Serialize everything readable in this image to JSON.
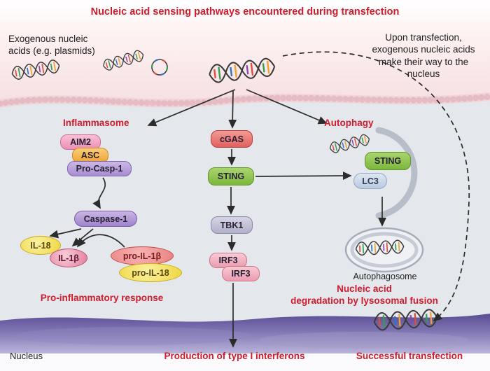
{
  "title": "Nucleic acid sensing pathways encountered during transfection",
  "labels": {
    "exogenous": "Exogenous nucleic\nacids (e.g. plasmids)",
    "upon": "Upon transfection,\nexogenous nucleic acids\nmake their way to the\nnucleus",
    "inflammasome": "Inflammasome",
    "autophagy": "Autophagy",
    "pro_inflammatory": "Pro-inflammatory response",
    "autophagosome": "Autophagosome",
    "degradation": "Nucleic acid\ndegradation by lysosomal fusion",
    "production": "Production of type I interferons",
    "successful": "Successful transfection",
    "nucleus": "Nucleus"
  },
  "nodes": {
    "aim2": "AIM2",
    "asc": "ASC",
    "pro_casp1": "Pro-Casp-1",
    "caspase1": "Caspase-1",
    "il18": "IL-18",
    "il1b": "IL-1β",
    "pro_il1b": "pro-IL-1β",
    "pro_il18": "pro-IL-18",
    "cgas": "cGAS",
    "sting": "STING",
    "tbk1": "TBK1",
    "irf3_1": "IRF3",
    "irf3_2": "IRF3",
    "sting2": "STING",
    "lc3": "LC3"
  },
  "colors": {
    "accent_red": "#cf1b2b",
    "sting_green": "#7cb63c",
    "nucleus_purple": "#54468e",
    "cell_gray": "#e4e7eb",
    "extracellular_pink": "#f5dde0"
  }
}
